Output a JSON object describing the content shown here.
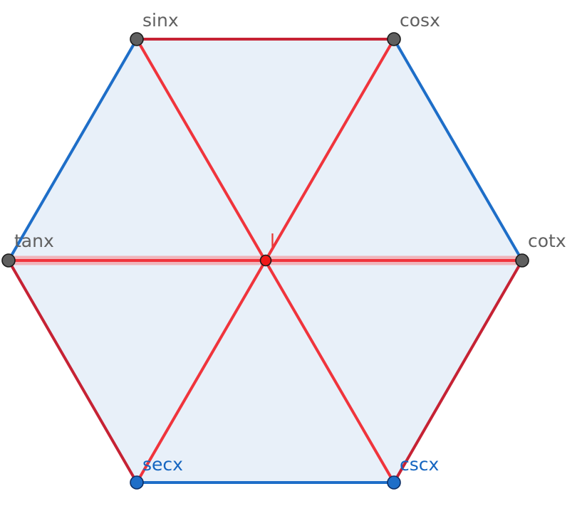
{
  "diagram": {
    "vertices": {
      "sinx": {
        "label": "sinx",
        "color": "#606060"
      },
      "cosx": {
        "label": "cosx",
        "color": "#606060"
      },
      "tanx": {
        "label": "tanx",
        "color": "#606060"
      },
      "cotx": {
        "label": "cotx",
        "color": "#606060"
      },
      "secx": {
        "label": "secx",
        "color": "#1565c0"
      },
      "cscx": {
        "label": "cscx",
        "color": "#1565c0"
      },
      "center": {
        "label": "l",
        "color": "#e53935"
      }
    },
    "colors": {
      "fill": "#e8f0f9",
      "blue_edge": "#1e6ec8",
      "dark_red_edge": "#c62234",
      "red_line": "#f0343c",
      "highlight": "#f2a7ae",
      "gray_point": "#5f5f5f",
      "blue_point": "#1e6ec8",
      "red_point": "#f01818"
    }
  }
}
